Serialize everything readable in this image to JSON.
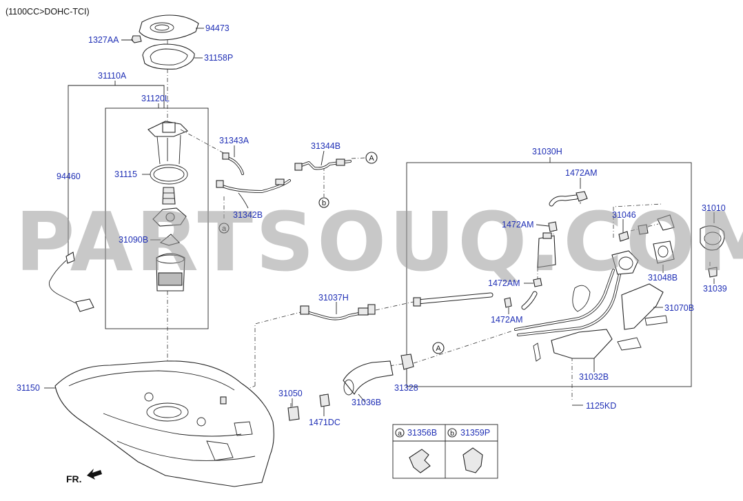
{
  "header": {
    "engine": "(1100CC>DOHC-TCI)"
  },
  "watermark": {
    "text": "PARTSOUQ.COM"
  },
  "orientation": {
    "label": "FR."
  },
  "colors": {
    "part_number_link": "#1f2fb5",
    "line_art": "#222222",
    "watermark": "#9a9a9a"
  },
  "parts": {
    "p94473": "94473",
    "p1327AA": "1327AA",
    "p31158P": "31158P",
    "p31110A": "31110A",
    "p31120L": "31120L",
    "p94460": "94460",
    "p31115": "31115",
    "p31090B": "31090B",
    "p31343A": "31343A",
    "p31344B": "31344B",
    "p31342B": "31342B",
    "p31030H": "31030H",
    "p1472AM_1": "1472AM",
    "p1472AM_2": "1472AM",
    "p1472AM_3": "1472AM",
    "p1472AM_4": "1472AM",
    "p31046": "31046",
    "p31010": "31010",
    "p31048B": "31048B",
    "p31039": "31039",
    "p31037H": "31037H",
    "p31070B": "31070B",
    "p31032B": "31032B",
    "p1125KD": "1125KD",
    "p31150": "31150",
    "p31050": "31050",
    "p1471DC": "1471DC",
    "p31036B": "31036B",
    "p31328": "31328"
  },
  "callouts": {
    "a": "a",
    "b": "b",
    "A": "A"
  },
  "legend": {
    "a_letter": "a",
    "a_part": "31356B",
    "b_letter": "b",
    "b_part": "31359P"
  }
}
